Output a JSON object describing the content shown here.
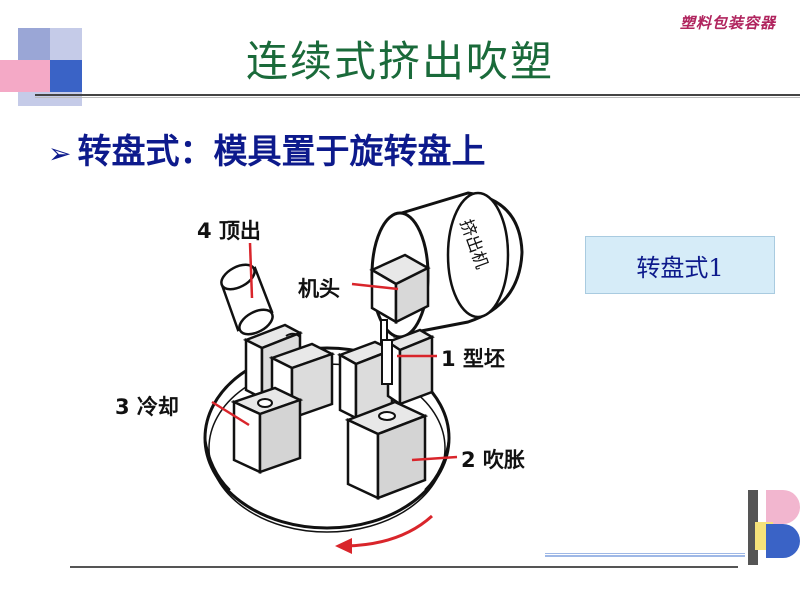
{
  "slide": {
    "title": "连续式挤出吹塑",
    "corner_label": "塑料包装容器",
    "bullet_marker": "➢",
    "bullet_text": "转盘式：模具置于旋转盘上",
    "tag": "转盘式1"
  },
  "diagram": {
    "extruder_label": "挤出机",
    "labels": {
      "eject": "4 顶出",
      "head": "机头",
      "parison": "1 型坯",
      "cool": "3 冷却",
      "blow": "2 吹胀"
    }
  },
  "colors": {
    "title": "#1a6a3a",
    "bullet": "#0d1a8c",
    "corner": "#b0245e",
    "callout_line": "#d9252b",
    "tag_bg": "#d6ecf8"
  }
}
